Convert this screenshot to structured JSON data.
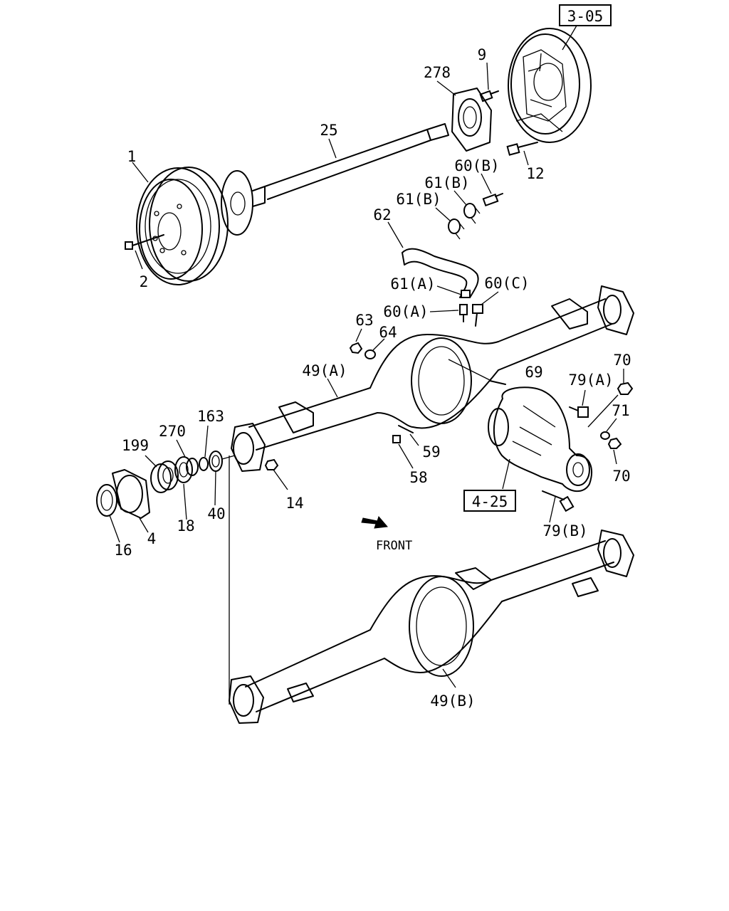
{
  "callouts": {
    "c_305": "3-05",
    "c_425": "4-25",
    "c_1": "1",
    "c_2": "2",
    "c_4": "4",
    "c_9": "9",
    "c_12": "12",
    "c_14": "14",
    "c_16": "16",
    "c_18": "18",
    "c_25": "25",
    "c_40": "40",
    "c_49a": "49(A)",
    "c_49b": "49(B)",
    "c_58": "58",
    "c_59": "59",
    "c_60a": "60(A)",
    "c_60b": "60(B)",
    "c_60c": "60(C)",
    "c_61a": "61(A)",
    "c_61b1": "61(B)",
    "c_61b2": "61(B)",
    "c_62": "62",
    "c_63": "63",
    "c_64": "64",
    "c_69": "69",
    "c_70a": "70",
    "c_70b": "70",
    "c_71": "71",
    "c_79a": "79(A)",
    "c_79b": "79(B)",
    "c_163": "163",
    "c_199": "199",
    "c_270": "270",
    "c_278": "278"
  },
  "front_label": "FRONT",
  "icons": {
    "front_arrow": "arrow-southeast-icon"
  }
}
